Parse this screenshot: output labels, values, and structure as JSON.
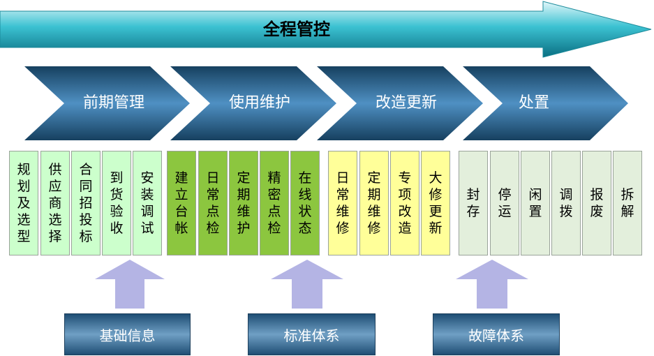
{
  "banner": {
    "title": "全程管控",
    "colors": {
      "light": "#e3f7fa",
      "mid": "#29b6c8",
      "dark": "#0a6f82"
    }
  },
  "phases": [
    {
      "label": "前期管理"
    },
    {
      "label": "使用维护"
    },
    {
      "label": "改造更新"
    },
    {
      "label": "处置"
    }
  ],
  "groups": [
    {
      "color": "#ccffcc",
      "items": [
        "规划及选型",
        "供应商选择",
        "合同招投标",
        "到货验收",
        "安装调试"
      ]
    },
    {
      "color": "#8cc63f",
      "items": [
        "建立台帐",
        "日常点检",
        "定期维护",
        "精密点检",
        "在线状态"
      ]
    },
    {
      "color": "#ffff99",
      "items": [
        "日常维修",
        "定期维修",
        "专项改造",
        "大修更新"
      ]
    },
    {
      "color": "#e3efdc",
      "items": [
        "封存",
        "停运",
        "闲置",
        "调拨",
        "报废",
        "拆解"
      ]
    }
  ],
  "bases": [
    {
      "label": "基础信息"
    },
    {
      "label": "标准体系"
    },
    {
      "label": "故障体系"
    }
  ],
  "arrow_color": "#b4b4e4"
}
